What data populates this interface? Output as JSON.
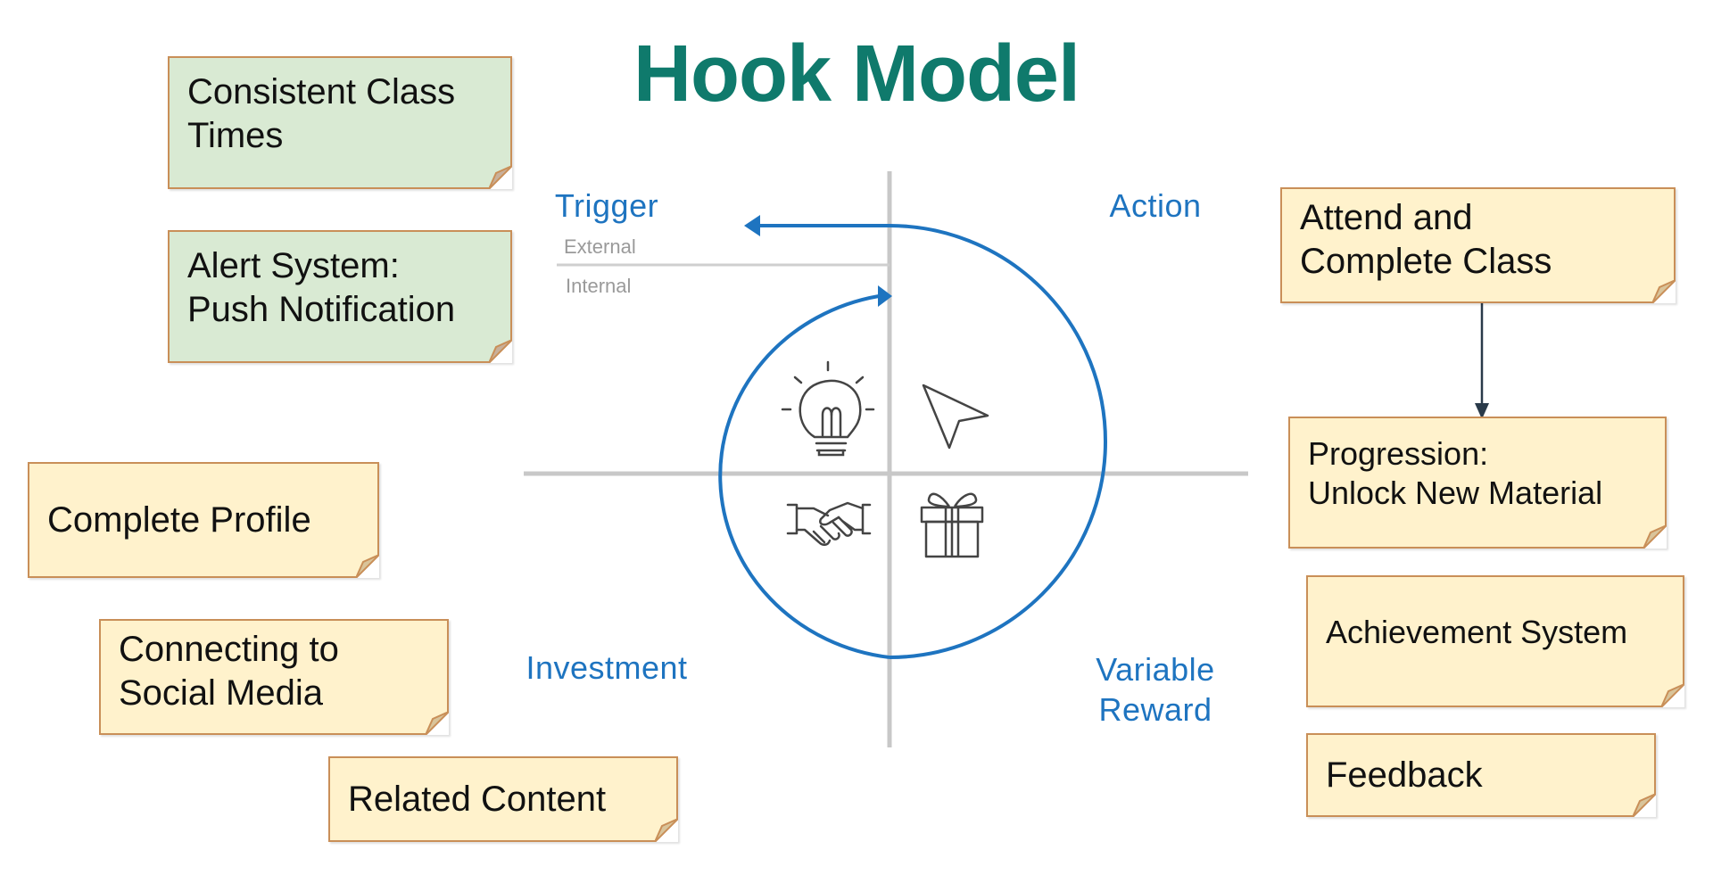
{
  "title": "Hook Model",
  "quadrants": {
    "trigger": "Trigger",
    "action": "Action",
    "investment": "Investment",
    "variable_reward": "Variable\nReward",
    "external": "External",
    "internal": "Internal"
  },
  "icons": {
    "trigger": "lightbulb-icon",
    "action": "cursor-arrow-icon",
    "investment": "handshake-icon",
    "reward": "gift-icon"
  },
  "notes": {
    "consistent_class_times": "Consistent Class\nTimes",
    "alert_system": "Alert System:\nPush Notification",
    "complete_profile": "Complete Profile",
    "connecting_social": "Connecting to\nSocial Media",
    "related_content": "Related Content",
    "attend_complete": "Attend and\nComplete Class",
    "progression": "Progression:\nUnlock New Material",
    "achievement": "Achievement System",
    "feedback": "Feedback"
  },
  "colors": {
    "title": "#0f7a6c",
    "accent_blue": "#1e74c0",
    "note_green": "#d9ead3",
    "note_yellow": "#fff2cc",
    "note_border": "#c98f58"
  }
}
